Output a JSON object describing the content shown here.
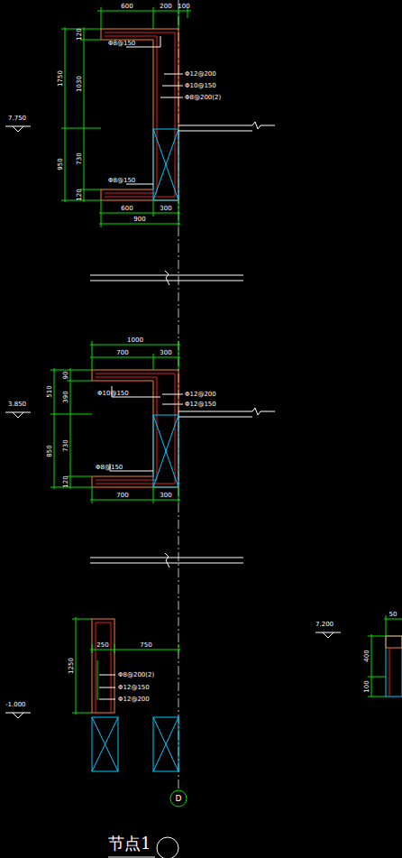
{
  "diagram": {
    "caption": "节点1",
    "nodes": [
      {
        "text": [
          "D"
        ]
      }
    ],
    "labels": [
      "600",
      "200",
      "100",
      "1750",
      "950",
      "120",
      "1030",
      "730",
      "120",
      "Φ8@150",
      "Φ12@200",
      "Φ10@150",
      "Φ8@200(2)",
      "7.750",
      "Φ8@150",
      "600",
      "300",
      "900",
      "1000",
      "700",
      "300",
      "510",
      "850",
      "90",
      "390",
      "730",
      "120",
      "3.850",
      "Φ10@150",
      "Φ12@200",
      "Φ12@150",
      "Φ8@150",
      "700",
      "300",
      "250",
      "750",
      "1250",
      "Φ8@200(2)",
      "Φ12@150",
      "Φ12@200",
      "-1.000",
      "50",
      "7.200",
      "400",
      "100"
    ]
  }
}
